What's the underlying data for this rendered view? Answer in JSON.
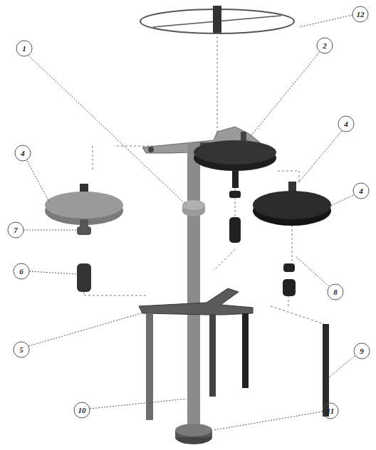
{
  "diagram": {
    "labels": [
      "12",
      "1",
      "2",
      "4",
      "4",
      "4",
      "7",
      "6",
      "8",
      "5",
      "9",
      "10",
      "11"
    ]
  }
}
